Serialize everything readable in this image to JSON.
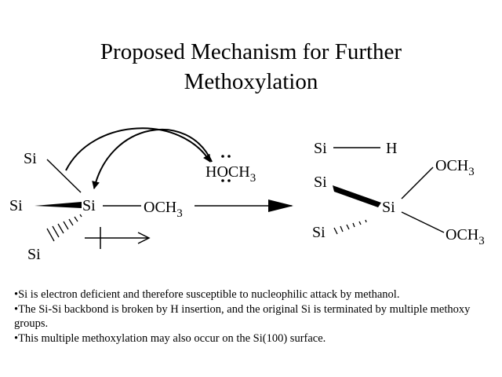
{
  "slide": {
    "title_line1": "Proposed Mechanism for Further",
    "title_line2": "Methoxylation"
  },
  "reactant": {
    "si_top": "Si",
    "si_left": "Si",
    "si_bottom": "Si",
    "si_center": "Si",
    "group": "OCH",
    "subscript": "3",
    "methanol_h": "H",
    "methanol_o": "O",
    "methanol_ch": "CH",
    "methanol_sub": "3"
  },
  "product": {
    "si_top": "Si",
    "h": "H",
    "si_mid": "Si",
    "si_center": "Si",
    "si_bottom": "Si",
    "group_top": "OCH",
    "group_top_sub": "3",
    "group_bottom": "OCH",
    "group_bottom_sub": "3"
  },
  "bullets": [
    "•Si is electron deficient and therefore susceptible to nucleophilic attack by methanol.",
    "•The Si-Si backbond is broken by H insertion, and the original Si is terminated by multiple methoxy groups.",
    "•This multiple methoxylation may also occur on the Si(100) surface."
  ]
}
